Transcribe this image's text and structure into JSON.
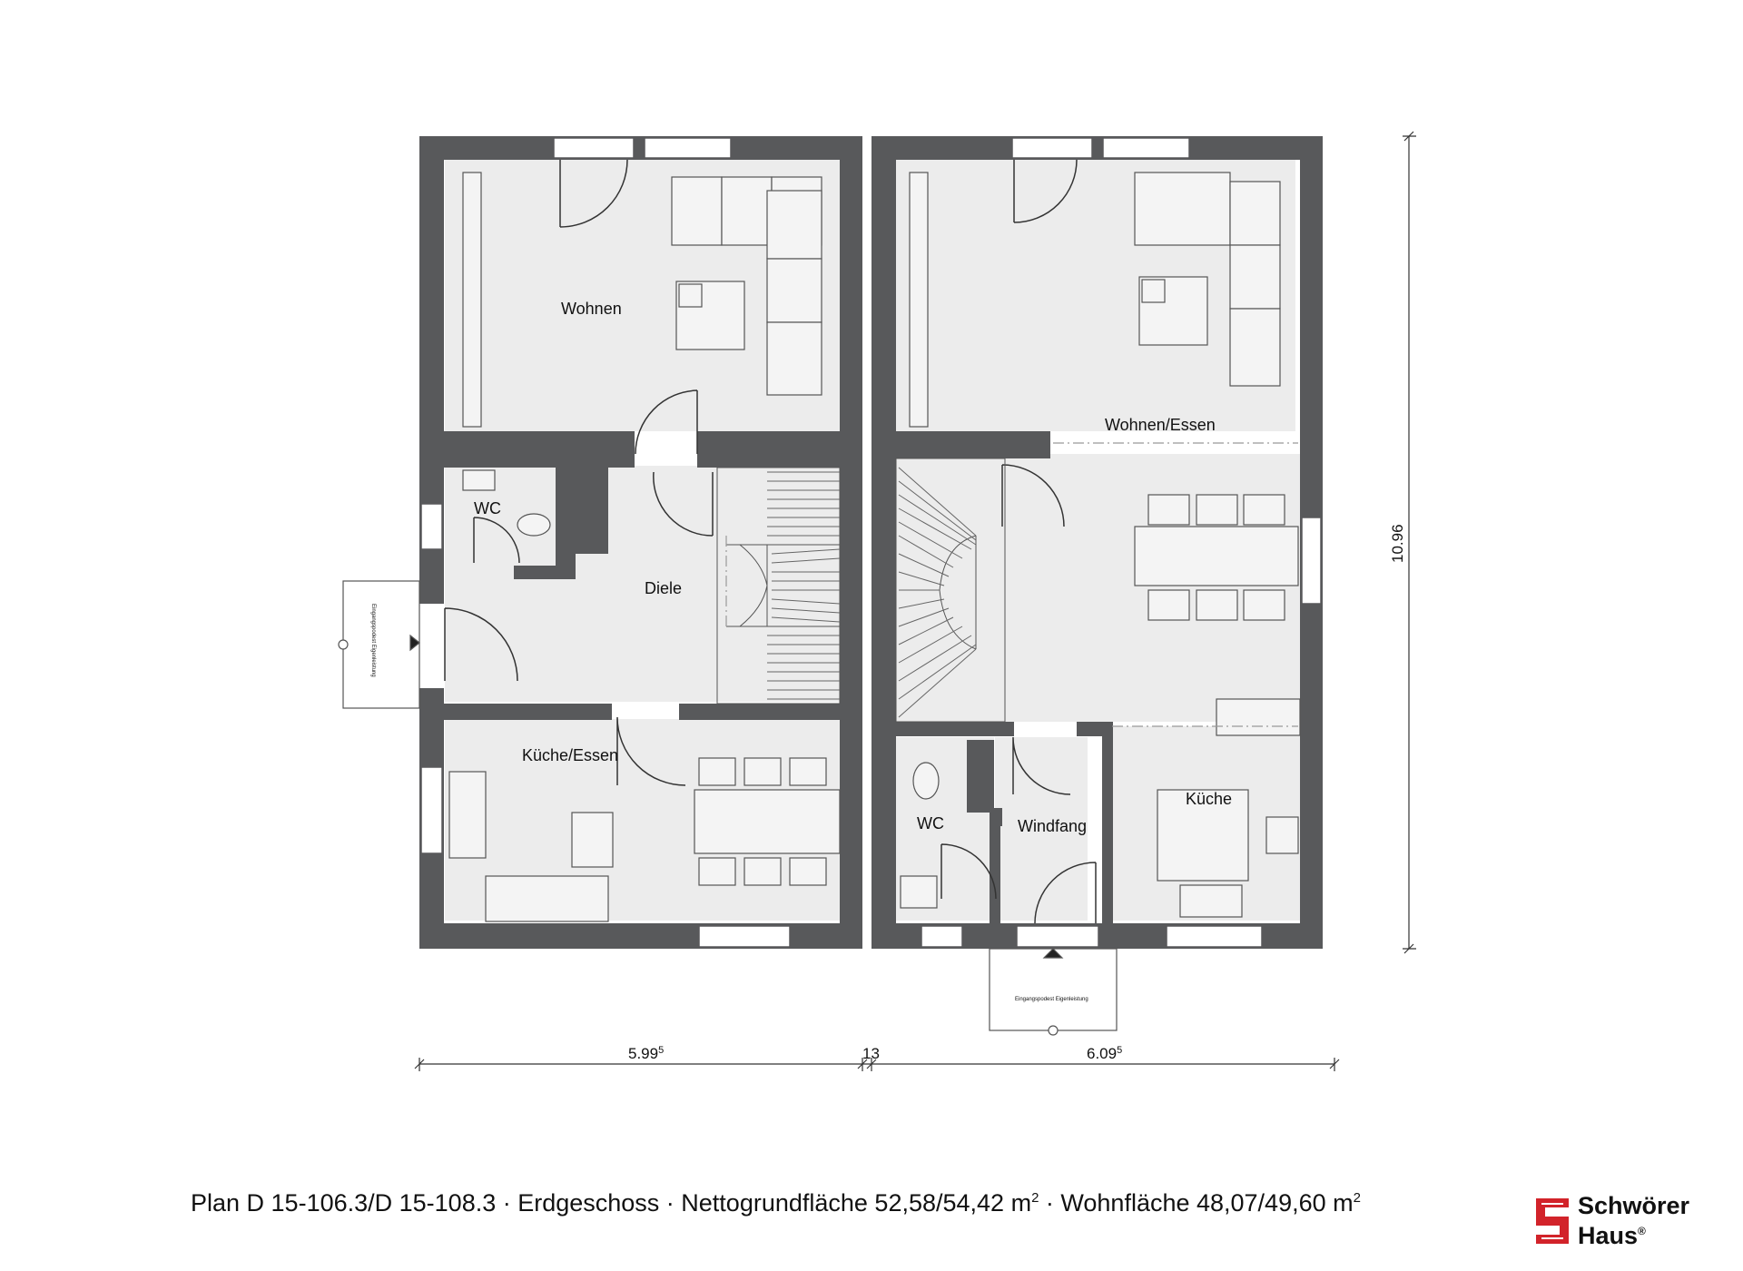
{
  "rooms": {
    "left": {
      "wohnen": "Wohnen",
      "wc": "WC",
      "diele": "Diele",
      "kueche_essen": "Küche/Essen",
      "entrance_note": "Eingangspodest Eigenleistung"
    },
    "right": {
      "wohnen_essen": "Wohnen/Essen",
      "wc": "WC",
      "windfang": "Windfang",
      "kueche": "Küche",
      "entrance_note": "Eingangspodest Eigenleistung"
    }
  },
  "dimensions": {
    "left_width": "5.99",
    "left_width_sup": "5",
    "gap": "13",
    "right_width": "6.09",
    "right_width_sup": "5",
    "depth": "10.96"
  },
  "caption": {
    "text1": "Plan D 15-106.3/D 15-108.3 · Erdgeschoss · Nettogrundfläche 52,58/54,42 m",
    "sup1": "2",
    "text2": " · Wohnfläche 48,07/49,60 m",
    "sup2": "2"
  },
  "logo": {
    "line1": "Schwörer",
    "line2": "Haus",
    "mark": "®"
  },
  "colors": {
    "wall": "#58595b",
    "floor": "#ececec",
    "logo_red": "#d2232a"
  }
}
